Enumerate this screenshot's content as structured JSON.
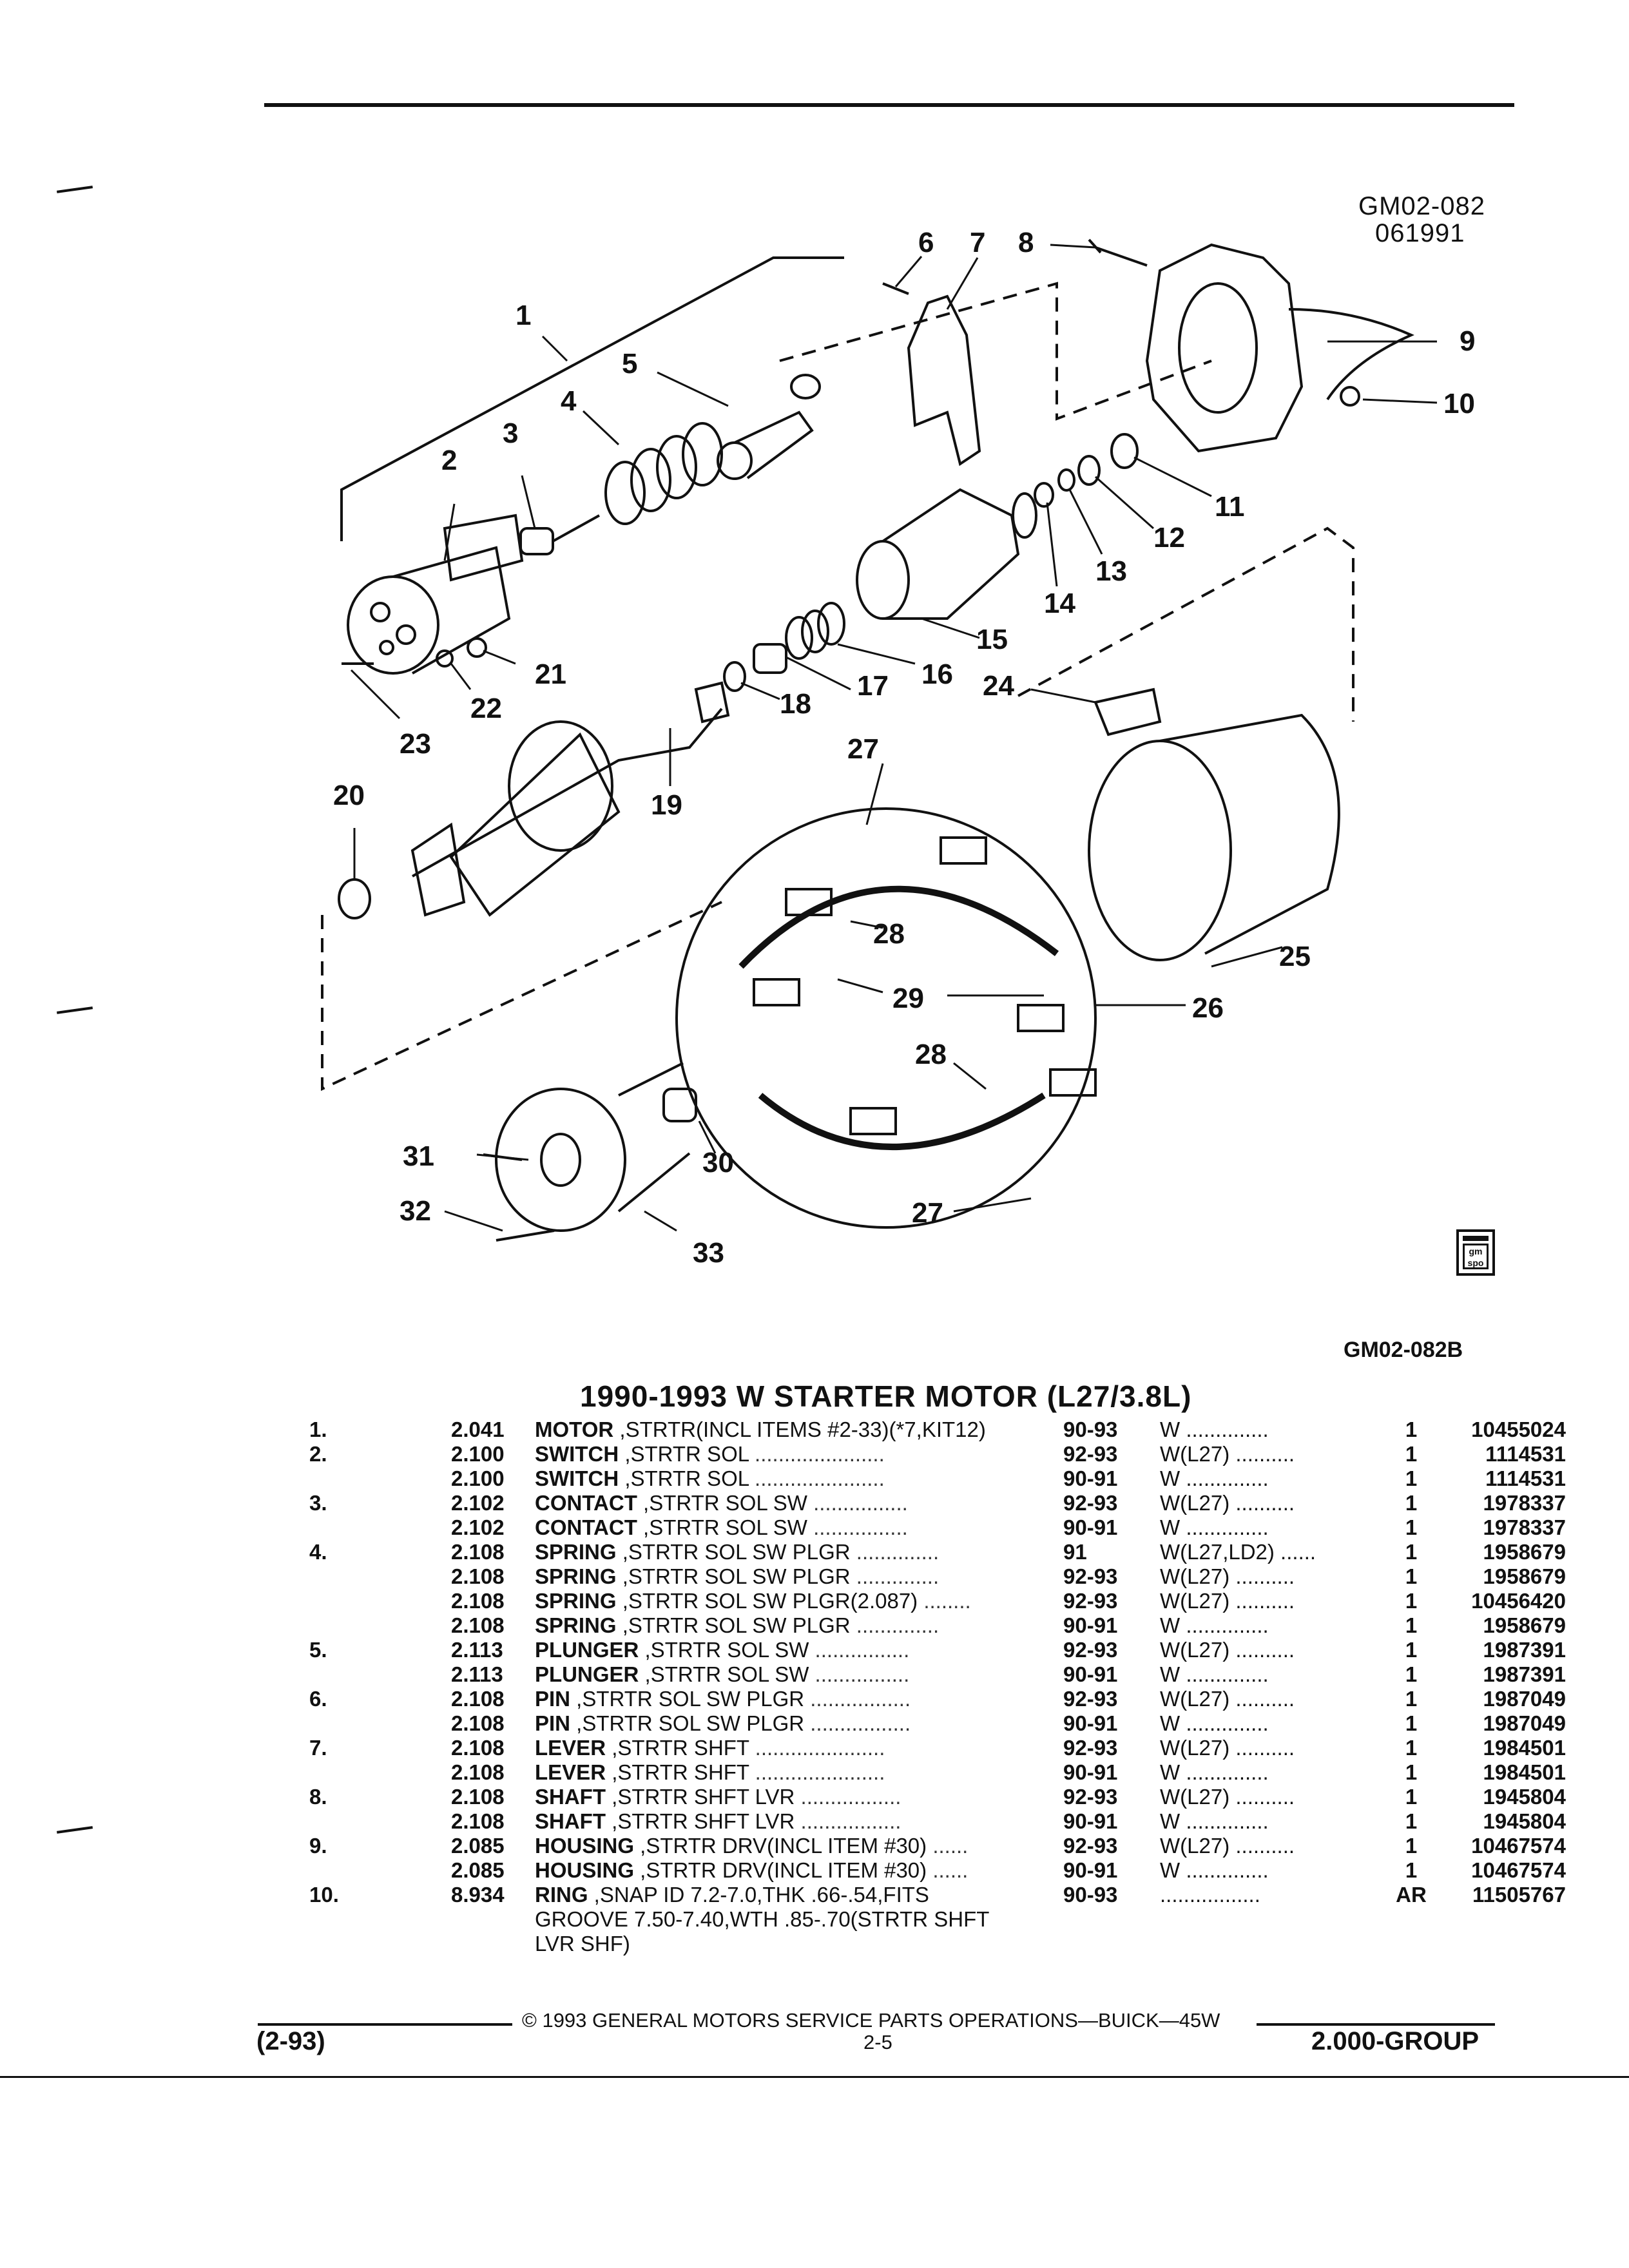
{
  "figure_ref_top": [
    "GM02-082",
    "061991"
  ],
  "figure_ref_bottom": "GM02-082B",
  "badge_text": "gm spo",
  "callouts": [
    {
      "id": "1",
      "label": "1"
    },
    {
      "id": "2",
      "label": "2"
    },
    {
      "id": "3",
      "label": "3"
    },
    {
      "id": "4",
      "label": "4"
    },
    {
      "id": "5",
      "label": "5"
    },
    {
      "id": "6",
      "label": "6"
    },
    {
      "id": "7",
      "label": "7"
    },
    {
      "id": "8",
      "label": "8"
    },
    {
      "id": "9",
      "label": "9"
    },
    {
      "id": "10",
      "label": "10"
    },
    {
      "id": "11",
      "label": "11"
    },
    {
      "id": "12",
      "label": "12"
    },
    {
      "id": "13",
      "label": "13"
    },
    {
      "id": "14",
      "label": "14"
    },
    {
      "id": "15",
      "label": "15"
    },
    {
      "id": "16",
      "label": "16"
    },
    {
      "id": "17",
      "label": "17"
    },
    {
      "id": "18",
      "label": "18"
    },
    {
      "id": "19",
      "label": "19"
    },
    {
      "id": "20",
      "label": "20"
    },
    {
      "id": "21",
      "label": "21"
    },
    {
      "id": "22",
      "label": "22"
    },
    {
      "id": "23",
      "label": "23"
    },
    {
      "id": "24",
      "label": "24"
    },
    {
      "id": "25",
      "label": "25"
    },
    {
      "id": "26",
      "label": "26"
    },
    {
      "id": "27a",
      "label": "27"
    },
    {
      "id": "27b",
      "label": "27"
    },
    {
      "id": "28a",
      "label": "28"
    },
    {
      "id": "28b",
      "label": "28"
    },
    {
      "id": "29",
      "label": "29"
    },
    {
      "id": "30",
      "label": "30"
    },
    {
      "id": "31",
      "label": "31"
    },
    {
      "id": "32",
      "label": "32"
    },
    {
      "id": "33",
      "label": "33"
    }
  ],
  "parts_title": "1990-1993 W STARTER MOTOR (L27/3.8L)",
  "parts": [
    {
      "num": "1.",
      "group": "2.041",
      "name": "MOTOR",
      "detail": " ,STRTR(INCL ITEMS #2-33)(*7,KIT12)",
      "dots": "",
      "years": "90-93",
      "model": "W ..............",
      "qty": "1",
      "part": "10455024"
    },
    {
      "num": "2.",
      "group": "2.100",
      "name": "SWITCH",
      "detail": " ,STRTR SOL",
      "dots": " ......................",
      "years": "92-93",
      "model": "W(L27) ..........",
      "qty": "1",
      "part": "1114531"
    },
    {
      "num": "",
      "group": "2.100",
      "name": "SWITCH",
      "detail": " ,STRTR SOL",
      "dots": " ......................",
      "years": "90-91",
      "model": "W ..............",
      "qty": "1",
      "part": "1114531"
    },
    {
      "num": "3.",
      "group": "2.102",
      "name": "CONTACT",
      "detail": " ,STRTR SOL SW",
      "dots": " ................",
      "years": "92-93",
      "model": "W(L27) ..........",
      "qty": "1",
      "part": "1978337"
    },
    {
      "num": "",
      "group": "2.102",
      "name": "CONTACT",
      "detail": " ,STRTR SOL SW",
      "dots": " ................",
      "years": "90-91",
      "model": "W ..............",
      "qty": "1",
      "part": "1978337"
    },
    {
      "num": "4.",
      "group": "2.108",
      "name": "SPRING",
      "detail": " ,STRTR SOL SW PLGR",
      "dots": " ..............",
      "years": "91",
      "model": "W(L27,LD2) ......",
      "qty": "1",
      "part": "1958679"
    },
    {
      "num": "",
      "group": "2.108",
      "name": "SPRING",
      "detail": " ,STRTR SOL SW PLGR",
      "dots": " ..............",
      "years": "92-93",
      "model": "W(L27) ..........",
      "qty": "1",
      "part": "1958679"
    },
    {
      "num": "",
      "group": "2.108",
      "name": "SPRING",
      "detail": " ,STRTR SOL SW PLGR(2.087)",
      "dots": " ........",
      "years": "92-93",
      "model": "W(L27) ..........",
      "qty": "1",
      "part": "10456420"
    },
    {
      "num": "",
      "group": "2.108",
      "name": "SPRING",
      "detail": " ,STRTR SOL SW PLGR",
      "dots": " ..............",
      "years": "90-91",
      "model": "W ..............",
      "qty": "1",
      "part": "1958679"
    },
    {
      "num": "5.",
      "group": "2.113",
      "name": "PLUNGER",
      "detail": " ,STRTR SOL SW",
      "dots": " ................",
      "years": "92-93",
      "model": "W(L27) ..........",
      "qty": "1",
      "part": "1987391"
    },
    {
      "num": "",
      "group": "2.113",
      "name": "PLUNGER",
      "detail": " ,STRTR SOL SW",
      "dots": " ................",
      "years": "90-91",
      "model": "W ..............",
      "qty": "1",
      "part": "1987391"
    },
    {
      "num": "6.",
      "group": "2.108",
      "name": "PIN",
      "detail": " ,STRTR SOL SW PLGR",
      "dots": " .................",
      "years": "92-93",
      "model": "W(L27) ..........",
      "qty": "1",
      "part": "1987049"
    },
    {
      "num": "",
      "group": "2.108",
      "name": "PIN",
      "detail": " ,STRTR SOL SW PLGR",
      "dots": " .................",
      "years": "90-91",
      "model": "W ..............",
      "qty": "1",
      "part": "1987049"
    },
    {
      "num": "7.",
      "group": "2.108",
      "name": "LEVER",
      "detail": " ,STRTR SHFT",
      "dots": " ......................",
      "years": "92-93",
      "model": "W(L27) ..........",
      "qty": "1",
      "part": "1984501"
    },
    {
      "num": "",
      "group": "2.108",
      "name": "LEVER",
      "detail": " ,STRTR SHFT",
      "dots": " ......................",
      "years": "90-91",
      "model": "W ..............",
      "qty": "1",
      "part": "1984501"
    },
    {
      "num": "8.",
      "group": "2.108",
      "name": "SHAFT",
      "detail": " ,STRTR SHFT LVR",
      "dots": " .................",
      "years": "92-93",
      "model": "W(L27) ..........",
      "qty": "1",
      "part": "1945804"
    },
    {
      "num": "",
      "group": "2.108",
      "name": "SHAFT",
      "detail": " ,STRTR SHFT LVR",
      "dots": " .................",
      "years": "90-91",
      "model": "W ..............",
      "qty": "1",
      "part": "1945804"
    },
    {
      "num": "9.",
      "group": "2.085",
      "name": "HOUSING",
      "detail": " ,STRTR DRV(INCL ITEM #30)",
      "dots": " ......",
      "years": "92-93",
      "model": "W(L27) ..........",
      "qty": "1",
      "part": "10467574"
    },
    {
      "num": "",
      "group": "2.085",
      "name": "HOUSING",
      "detail": " ,STRTR DRV(INCL ITEM #30)",
      "dots": " ......",
      "years": "90-91",
      "model": "W ..............",
      "qty": "1",
      "part": "10467574"
    },
    {
      "num": "10.",
      "group": "8.934",
      "name": "RING",
      "detail": " ,SNAP ID 7.2-7.0,THK .66-.54,FITS",
      "dots": "",
      "years": "90-93",
      "model": ".................",
      "qty": "AR",
      "part": "11505767"
    }
  ],
  "parts_continuation": [
    "GROOVE 7.50-7.40,WTH .85-.70(STRTR SHFT",
    "LVR SHF)"
  ],
  "footer": {
    "copyright": "© 1993 GENERAL MOTORS SERVICE PARTS OPERATIONS—BUICK—45W",
    "date_code": "(2-93)",
    "page": "2-5",
    "group": "2.000-GROUP"
  }
}
